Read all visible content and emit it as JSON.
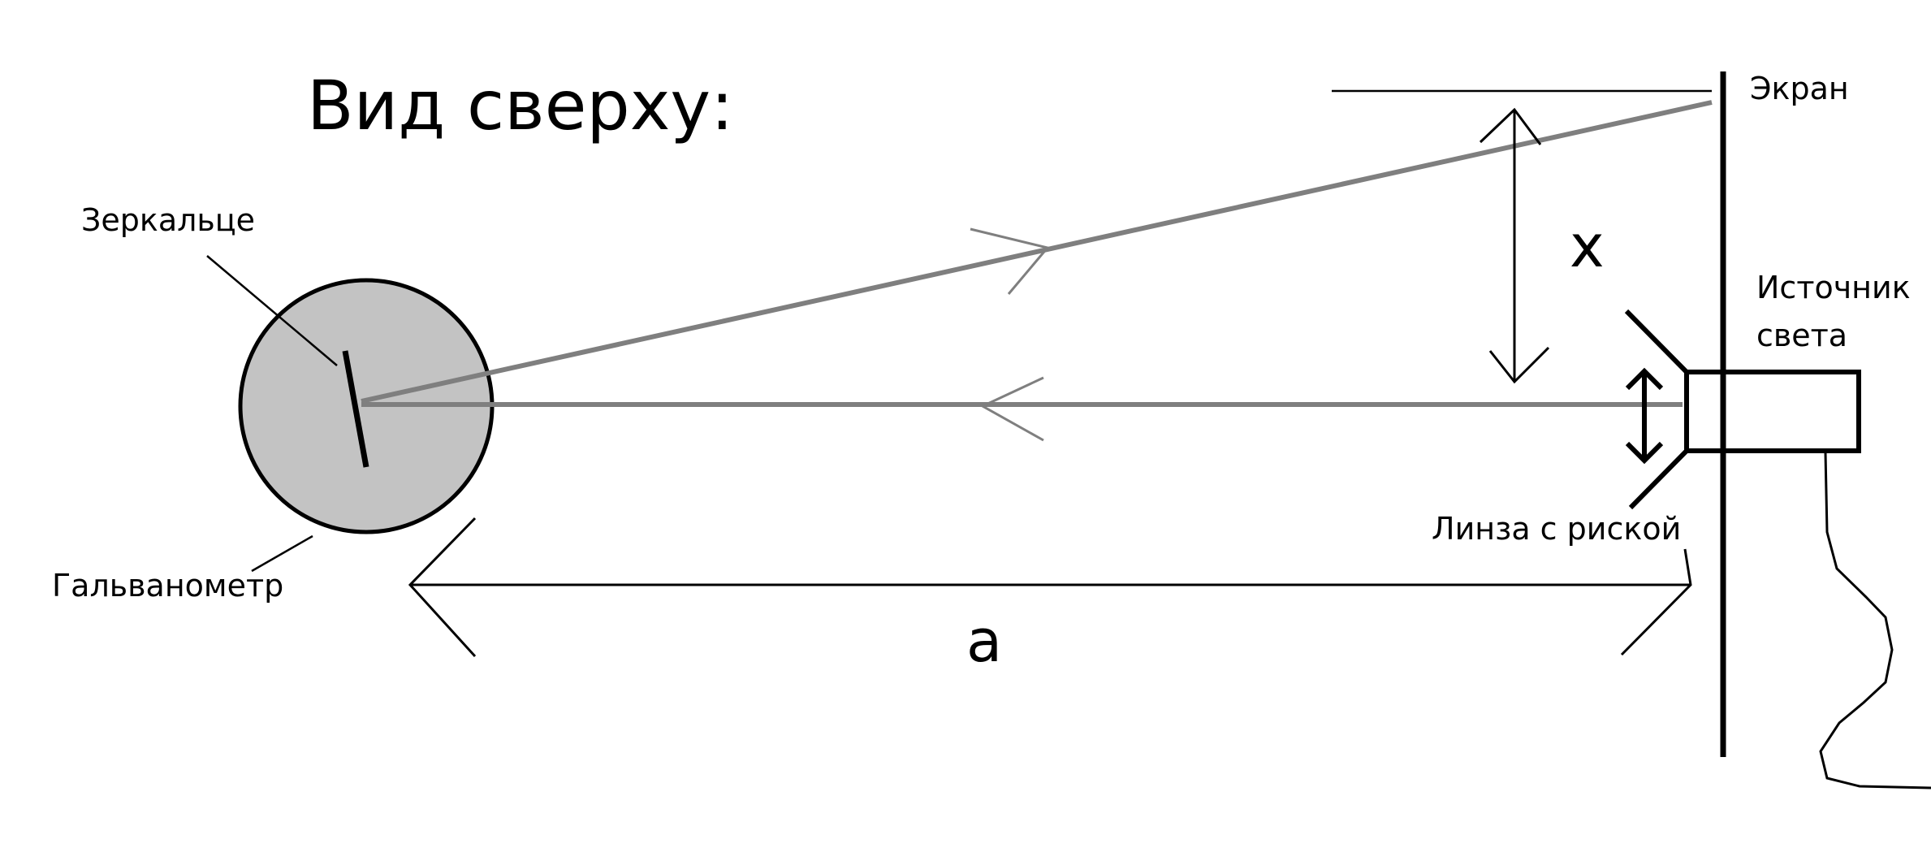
{
  "title": "Вид сверху:",
  "labels": {
    "mirror": "Зеркальце",
    "galvanometer": "Гальванометр",
    "screen": "Экран",
    "light_source": [
      "Источник",
      "света"
    ],
    "lens": "Линза с риской",
    "x": "x",
    "a": "a"
  },
  "colors": {
    "background": "#ffffff",
    "ink": "#000000",
    "ray": "#7f7f7f",
    "galvanometer_fill": "#c3c3c3"
  }
}
